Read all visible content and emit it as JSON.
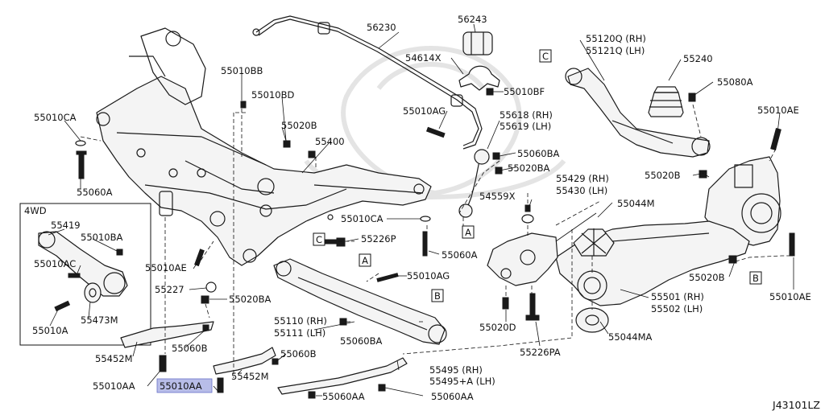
{
  "diagram_id": "J43101LZ",
  "inset_title": "4WD",
  "highlight_color": "#b8bde8",
  "refs": {
    "a": "A",
    "b": "B",
    "c": "C"
  },
  "labels": {
    "p56230": "56230",
    "p56243": "56243",
    "p54614x": "54614X",
    "p55010bf": "55010BF",
    "p55010ag_top": "55010AG",
    "p55618": "55618 (RH)",
    "p55619": "55619 (LH)",
    "p55060ba_top": "55060BA",
    "p55020ba_top": "55020BA",
    "p54559x": "54559X",
    "p55120q": "55120Q (RH)",
    "p55121q": "55121Q (LH)",
    "p55240": "55240",
    "p55080a": "55080A",
    "p55010ae_right": "55010AE",
    "p55020b_right": "55020B",
    "p55429": "55429 (RH)",
    "p55430": "55430 (LH)",
    "p55044m": "55044M",
    "p55501": "55501 (RH)",
    "p55502": "55502 (LH)",
    "p55020b_lower": "55020B",
    "p55010ae_lower": "55010AE",
    "p55044ma": "55044MA",
    "p55226pa": "55226PA",
    "p55020d": "55020D",
    "p55010bb": "55010BB",
    "p55010bd": "55010BD",
    "p55020b_mid": "55020B",
    "p55400": "55400",
    "p55010ca_left": "55010CA",
    "p55060a_left": "55060A",
    "p55010ca_mid": "55010CA",
    "p55226p": "55226P",
    "p55060a_mid": "55060A",
    "p55010ag_mid": "55010AG",
    "p55419": "55419",
    "p55010ba_inset": "55010BA",
    "p55010ac": "55010AC",
    "p55473m": "55473M",
    "p55010a": "55010A",
    "p55010ae_mid": "55010AE",
    "p55227": "55227",
    "p55020ba_mid": "55020BA",
    "p55110": "55110 (RH)",
    "p55111": "55111 (LH)",
    "p55060ba_mid": "55060BA",
    "p55452m_left": "55452M",
    "p55060b_left": "55060B",
    "p55010aa_left": "55010AA",
    "p55010aa_hl": "55010AA",
    "p55452m_mid": "55452M",
    "p55060b_mid": "55060B",
    "p55495": "55495 (RH)",
    "p55495a": "55495+A (LH)",
    "p55060aa_left": "55060AA",
    "p55060aa_right": "55060AA"
  }
}
